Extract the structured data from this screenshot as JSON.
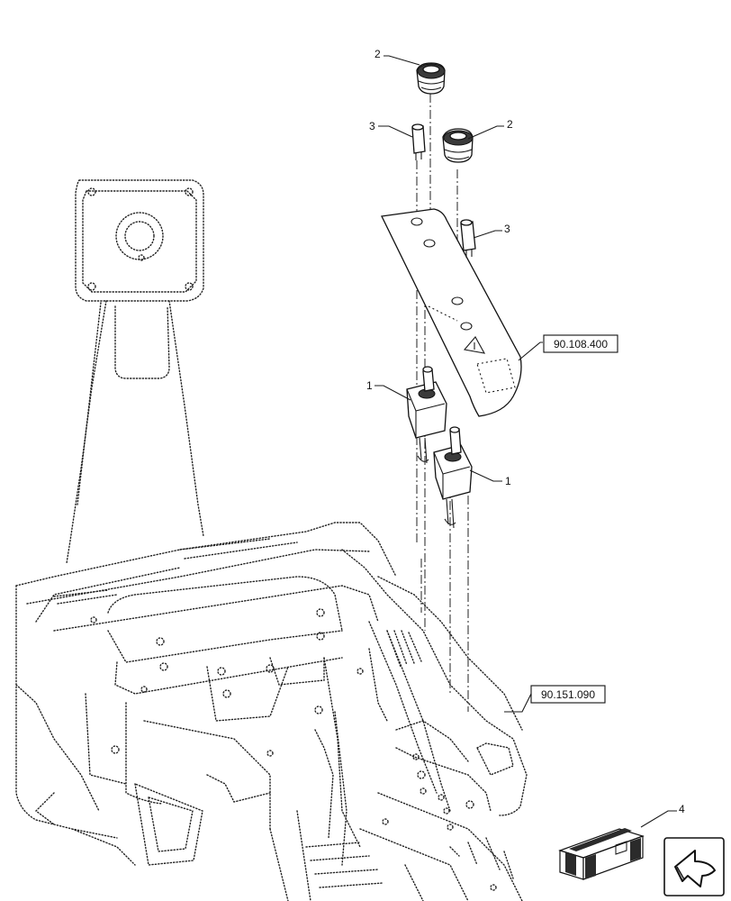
{
  "callouts": {
    "c1a": "1",
    "c1b": "1",
    "c2a": "2",
    "c2b": "2",
    "c3a": "3",
    "c3b": "3",
    "c4": "4"
  },
  "references": {
    "ref_top": "90.108.400",
    "ref_bottom": "90.151.090"
  },
  "icons": {
    "kit_box": "kit-box-icon",
    "navigation": "return-arrow-icon"
  }
}
